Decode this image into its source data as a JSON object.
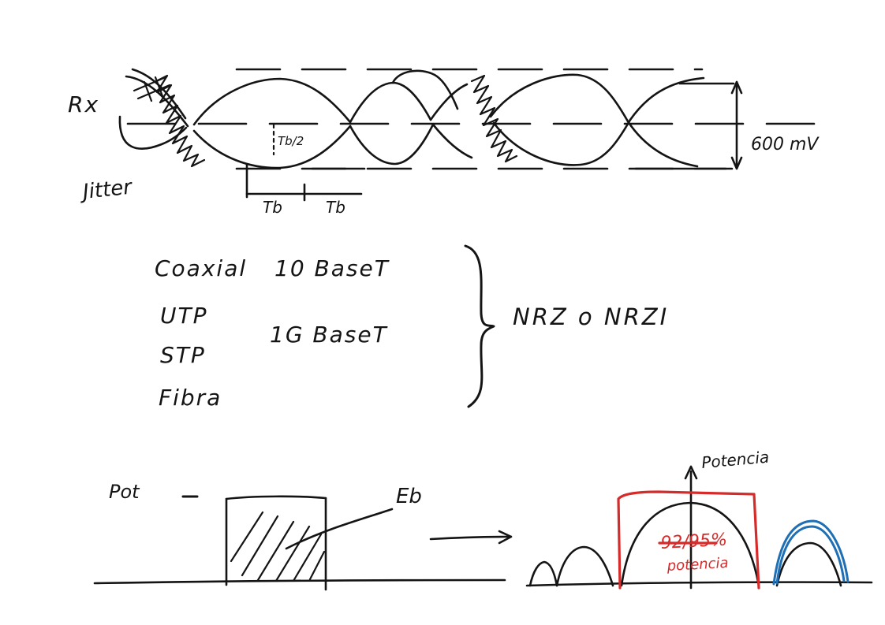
{
  "page": {
    "background": "#ffffff",
    "description": "Hand-drawn telecom notes: eye diagram, media/encoding list, pulse and power spectrum sketch"
  },
  "colors": {
    "ink": "#141414",
    "red": "#d62b2b",
    "blue": "#1f6fb5"
  },
  "eye_diagram": {
    "rx_label": "Rx",
    "jitter_label": "Jitter",
    "tb_half_label": "Tb/2",
    "tb_labels": [
      "Tb",
      "Tb"
    ],
    "amplitude_label": "600 mV"
  },
  "media_table": {
    "media": [
      "Coaxial",
      "UTP",
      "STP",
      "Fibra"
    ],
    "standards": [
      "10 BaseT",
      "1G BaseT"
    ],
    "encoding": "NRZ o NRZI"
  },
  "pulse": {
    "pot_label": "Pot",
    "eb_label": "Eb"
  },
  "spectrum": {
    "axis_label": "Potencia",
    "percent_label": "92/95%",
    "power_label": "potencia"
  }
}
